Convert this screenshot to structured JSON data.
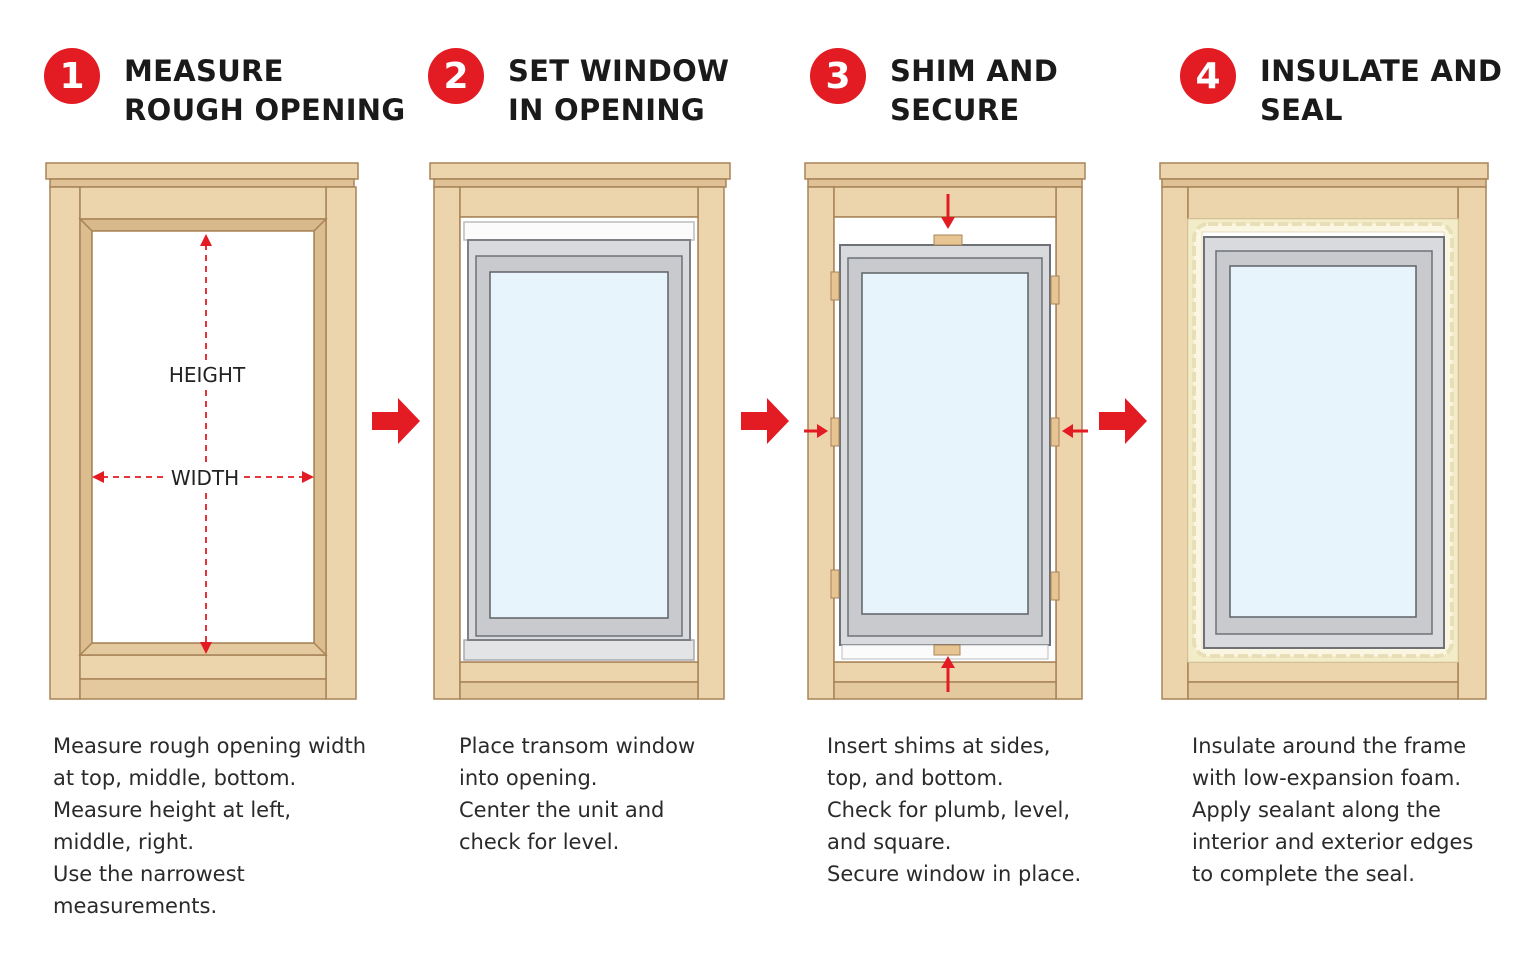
{
  "colors": {
    "accent": "#e31b23",
    "wood": "#ecd4ad",
    "wood_dark": "#b9966b",
    "frame_gray": "#c9cbce",
    "glass": "#e8f4fc",
    "foam": "#f3ecc9"
  },
  "steps": [
    {
      "number": "1",
      "title": [
        "MEASURE",
        "ROUGH OPENING"
      ],
      "description": [
        "Measure rough opening width",
        "at top, middle, bottom.",
        "Measure height at left,",
        "middle, right.",
        "Use the narrowest",
        "measurements."
      ],
      "labels": {
        "height": "HEIGHT",
        "width": "WIDTH"
      }
    },
    {
      "number": "2",
      "title": [
        "SET WINDOW",
        "IN OPENING"
      ],
      "description": [
        "Place transom window",
        "into opening.",
        "Center the unit and",
        "check for level."
      ]
    },
    {
      "number": "3",
      "title": [
        "SHIM AND",
        "SECURE"
      ],
      "description": [
        "Insert shims at sides,",
        "top, and bottom.",
        "Check for plumb, level,",
        "and square.",
        "Secure window in place."
      ]
    },
    {
      "number": "4",
      "title": [
        "INSULATE AND",
        "SEAL"
      ],
      "description": [
        "Insulate around the frame",
        "with low-expansion foam.",
        "Apply sealant along the",
        "interior and exterior edges",
        "to complete the seal."
      ]
    }
  ],
  "flow_icons": [
    "arrow-right-icon",
    "arrow-right-icon",
    "arrow-right-icon"
  ]
}
